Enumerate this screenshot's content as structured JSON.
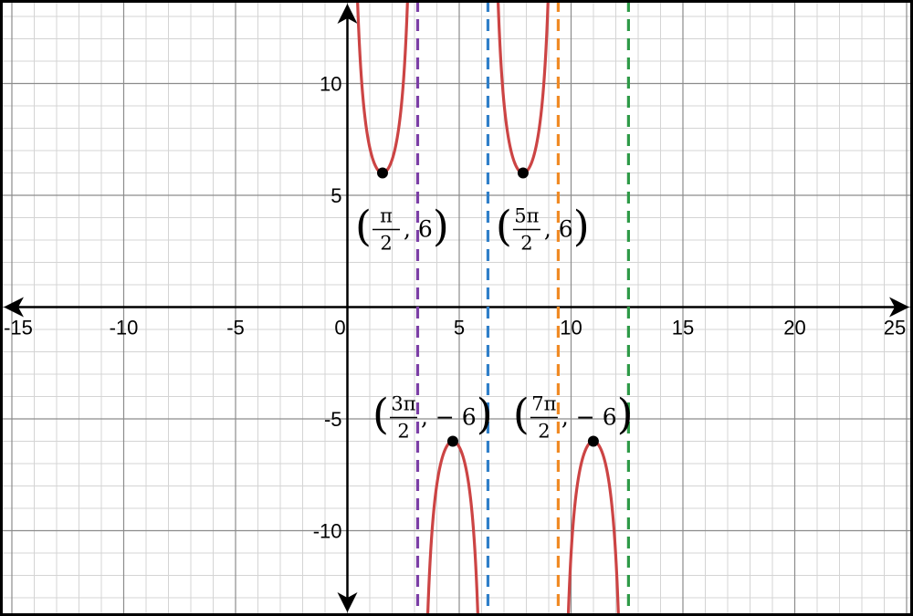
{
  "chart_data": {
    "type": "line",
    "title": "",
    "xlabel": "",
    "ylabel": "",
    "xlim": [
      -15,
      25
    ],
    "ylim": [
      -13.5,
      13.5
    ],
    "grid": true,
    "x_ticks": [
      {
        "value": -15,
        "label": "-15"
      },
      {
        "value": -10,
        "label": "-10"
      },
      {
        "value": -5,
        "label": "-5"
      },
      {
        "value": 0,
        "label": "0"
      },
      {
        "value": 5,
        "label": "5"
      },
      {
        "value": 10,
        "label": "10"
      },
      {
        "value": 15,
        "label": "15"
      },
      {
        "value": 20,
        "label": "20"
      },
      {
        "value": 25,
        "label": "25"
      }
    ],
    "y_ticks": [
      {
        "value": 10,
        "label": "10"
      },
      {
        "value": 5,
        "label": "5"
      },
      {
        "value": -5,
        "label": "-5"
      },
      {
        "value": -10,
        "label": "-10"
      }
    ],
    "function": "y = 6 / sin(x)",
    "series": [
      {
        "color": "#cc4444",
        "x_range": [
          0,
          3.14159
        ],
        "sign": 1
      },
      {
        "color": "#cc4444",
        "x_range": [
          3.14159,
          6.28319
        ],
        "sign": -1
      },
      {
        "color": "#cc4444",
        "x_range": [
          6.28319,
          9.42478
        ],
        "sign": 1
      },
      {
        "color": "#cc4444",
        "x_range": [
          9.42478,
          12.56637
        ],
        "sign": -1
      }
    ],
    "asymptotes": [
      {
        "x": 3.14159,
        "color": "#7b3fa6"
      },
      {
        "x": 6.28319,
        "color": "#2f7fc9"
      },
      {
        "x": 9.42478,
        "color": "#f08a24"
      },
      {
        "x": 12.56637,
        "color": "#2e9a47"
      }
    ],
    "points": [
      {
        "x": 1.5708,
        "y": 6,
        "num": "π",
        "den": "2",
        "tail": ", 6)"
      },
      {
        "x": 4.7124,
        "y": -6,
        "num": "3π",
        "den": "2",
        "tail": ", − 6)"
      },
      {
        "x": 7.854,
        "y": 6,
        "num": "5π",
        "den": "2",
        "tail": ", 6)"
      },
      {
        "x": 10.9956,
        "y": -6,
        "num": "7π",
        "den": "2",
        "tail": ", − 6)"
      }
    ]
  }
}
